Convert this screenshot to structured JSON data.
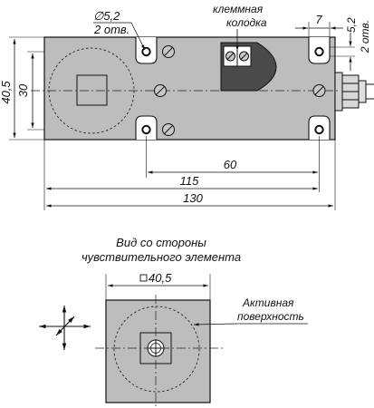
{
  "side_view": {
    "hole_dimension": "∅5,2",
    "hole_count": "2 отв.",
    "terminal_block_line1": "клеммная",
    "terminal_block_line2": "колодка",
    "dim_slot_width": "7",
    "dim_right_hole": "5,2",
    "dim_right_hole_count": "2 отв.",
    "dim_height_overall": "40,5",
    "dim_height_mounting": "30",
    "dim_hole_spacing": "60",
    "dim_mounting_length": "115",
    "dim_overall_length": "130"
  },
  "front_view": {
    "title_line1": "Вид со стороны",
    "title_line2": "чувствительного элемента",
    "dim_square": "40,5",
    "active_surface_line1": "Активная",
    "active_surface_line2": "поверхность"
  },
  "colors": {
    "body_fill": "#bdbdbd",
    "terminal_fill": "#4a4a4a",
    "line": "#111111"
  }
}
